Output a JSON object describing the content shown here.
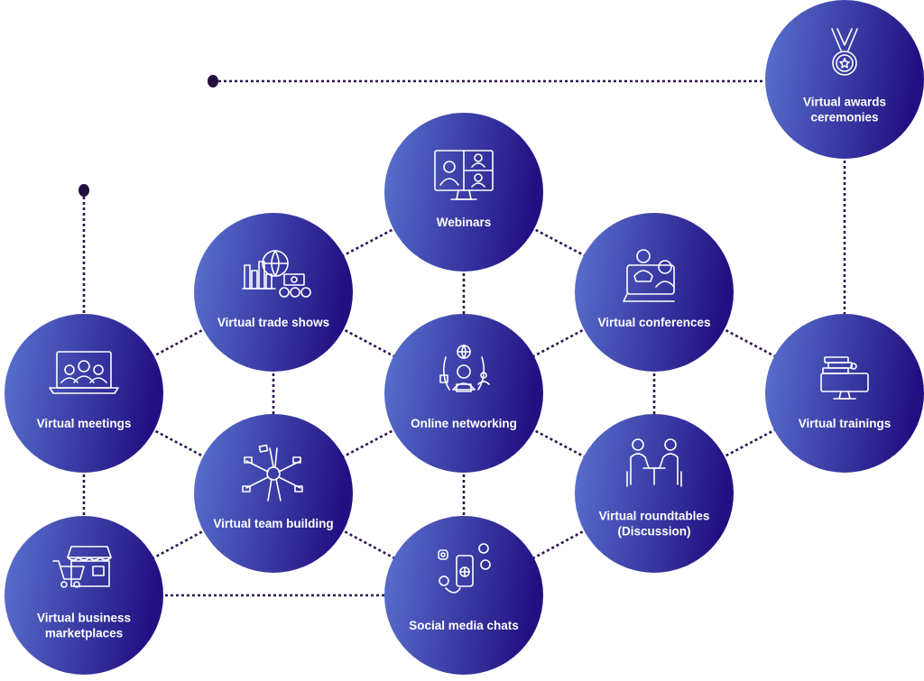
{
  "nodes": [
    {
      "id": "awards",
      "label_lines": [
        "Virtual awards",
        "ceremonies"
      ],
      "icon": "medal-icon"
    },
    {
      "id": "webinars",
      "label_lines": [
        "Webinars"
      ],
      "icon": "video-call-monitor-icon"
    },
    {
      "id": "trade",
      "label_lines": [
        "Virtual trade shows"
      ],
      "icon": "trade-globe-currency-icon"
    },
    {
      "id": "conferences",
      "label_lines": [
        "Virtual conferences"
      ],
      "icon": "conference-speakers-icon"
    },
    {
      "id": "meetings",
      "label_lines": [
        "Virtual meetings"
      ],
      "icon": "laptop-group-icon"
    },
    {
      "id": "networking",
      "label_lines": [
        "Online networking"
      ],
      "icon": "globe-network-person-icon"
    },
    {
      "id": "trainings",
      "label_lines": [
        "Virtual trainings"
      ],
      "icon": "books-monitor-icon"
    },
    {
      "id": "teambuilding",
      "label_lines": [
        "Virtual team building"
      ],
      "icon": "joined-hands-icon"
    },
    {
      "id": "roundtables",
      "label_lines": [
        "Virtual roundtables",
        "(Discussion)"
      ],
      "icon": "people-at-table-icon"
    },
    {
      "id": "marketplaces",
      "label_lines": [
        "Virtual business",
        "marketplaces"
      ],
      "icon": "store-cart-icon"
    },
    {
      "id": "social",
      "label_lines": [
        "Social media chats"
      ],
      "icon": "phone-social-icon"
    }
  ],
  "colors": {
    "gradient_start": "#5a73d0",
    "gradient_end": "#221082",
    "connector": "#2e1550"
  }
}
